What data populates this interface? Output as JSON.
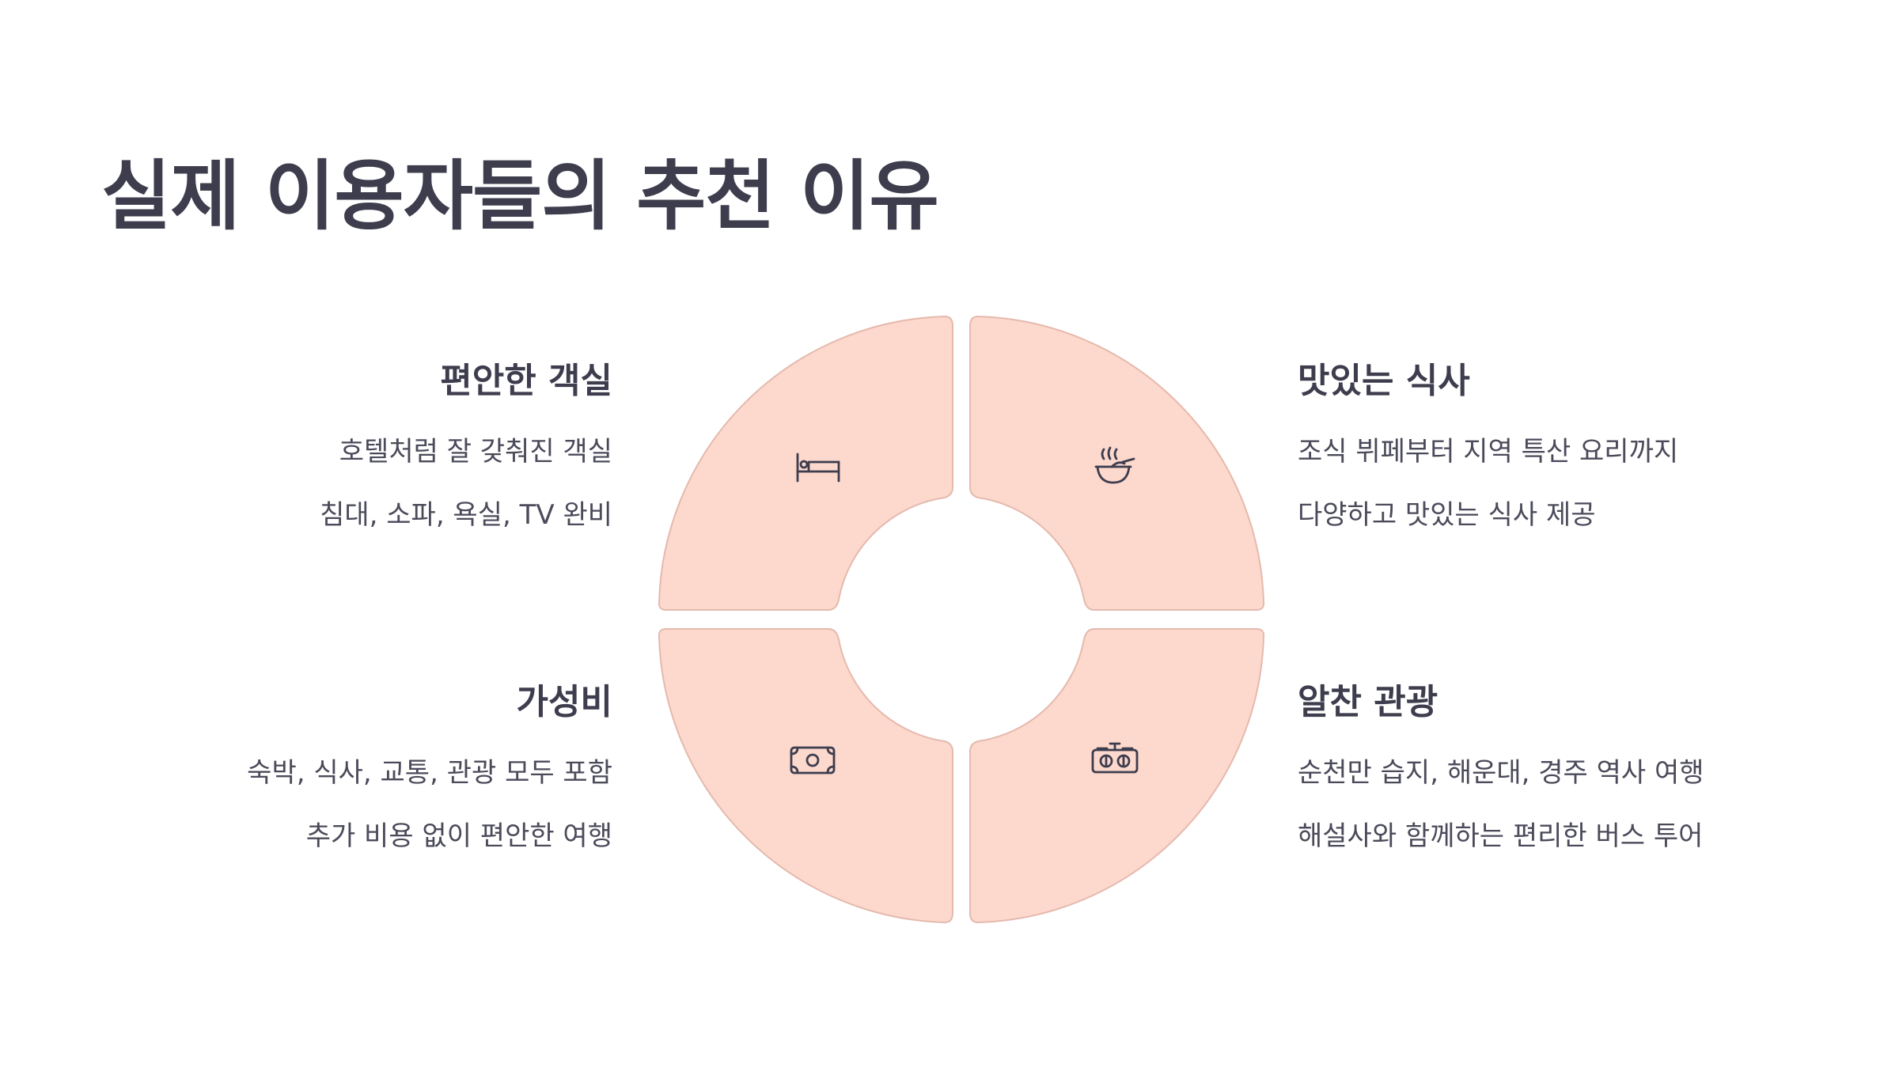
{
  "title": "실제 이용자들의 추천 이유",
  "colors": {
    "segment_fill": "#fdd8cd",
    "segment_stroke": "#e5b9ad",
    "text": "#3d3d4e"
  },
  "items": [
    {
      "title": "편안한 객실",
      "lines": [
        "호텔처럼 잘 갖춰진 객실",
        "침대, 소파, 욕실, TV 완비"
      ],
      "icon": "bed-icon"
    },
    {
      "title": "맛있는 식사",
      "lines": [
        "조식 뷔페부터 지역 특산 요리까지",
        "다양하고 맛있는 식사 제공"
      ],
      "icon": "food-bowl-icon"
    },
    {
      "title": "가성비",
      "lines": [
        "숙박, 식사, 교통, 관광 모두 포함",
        "추가 비용 없이 편안한 여행"
      ],
      "icon": "money-icon"
    },
    {
      "title": "알찬 관광",
      "lines": [
        "순천만 습지, 해운대, 경주 역사 여행",
        "해설사와 함께하는 편리한 버스 투어"
      ],
      "icon": "binoculars-icon"
    }
  ]
}
